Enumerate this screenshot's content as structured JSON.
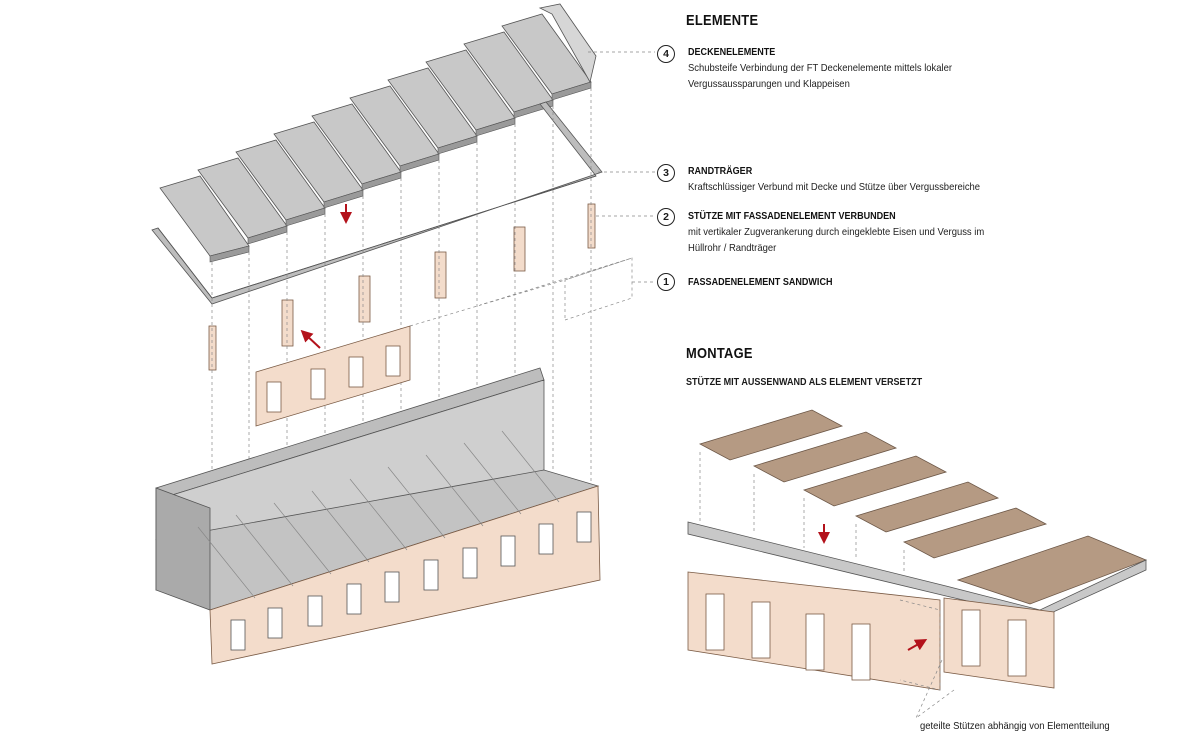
{
  "elemente": {
    "heading": "ELEMENTE",
    "items": [
      {
        "number": "4",
        "title": "DECKENELEMENTE",
        "lines": [
          "Schubsteife Verbindung der FT Deckenelemente mittels lokaler",
          "Vergussaussparungen und Klappeisen"
        ]
      },
      {
        "number": "3",
        "title": "RANDTRÄGER",
        "lines": [
          "Kraftschlüssiger Verbund mit Decke und Stütze über Vergussbereiche"
        ]
      },
      {
        "number": "2",
        "title": "STÜTZE MIT FASSADENELEMENT VERBUNDEN",
        "lines": [
          "mit vertikaler Zugverankerung durch eingeklebte Eisen und Verguss im",
          "Hüllrohr / Randträger"
        ]
      },
      {
        "number": "1",
        "title": "FASSADENELEMENT SANDWICH",
        "lines": []
      }
    ]
  },
  "montage": {
    "heading": "MONTAGE",
    "subheading": "STÜTZE MIT AUSSENWAND ALS ELEMENT VERSETZT",
    "note": "geteilte Stützen abhängig von Elementteilung"
  },
  "colors": {
    "slab": "#c8c8c8",
    "slab_edge": "#9a9a9a",
    "wood": "#f3dccb",
    "wood_dark": "#e2bfa5",
    "montage_slab": "#b59a83",
    "arrow": "#b3121b"
  }
}
